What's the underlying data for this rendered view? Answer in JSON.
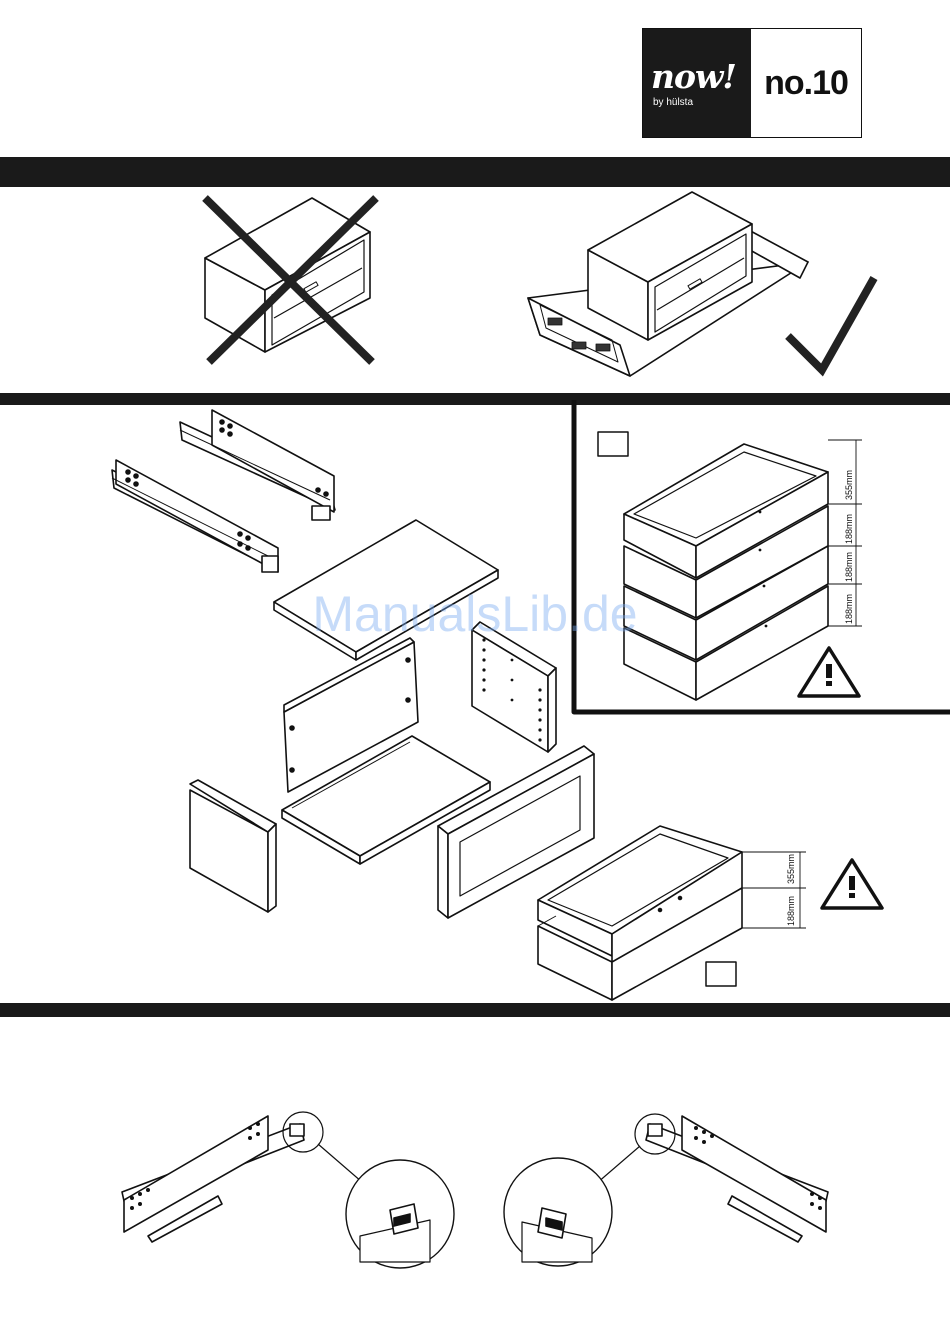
{
  "logo": {
    "brand": "now!",
    "byline": "by hülsta",
    "model": "no.10"
  },
  "dimensions": {
    "drawer_gap_top": "355mm",
    "drawer_height": "188mm"
  },
  "icons": {
    "wrong": "cross-mark-icon",
    "right": "check-mark-icon",
    "warning": "warning-triangle-icon"
  },
  "watermark": "ManualsLib.de"
}
